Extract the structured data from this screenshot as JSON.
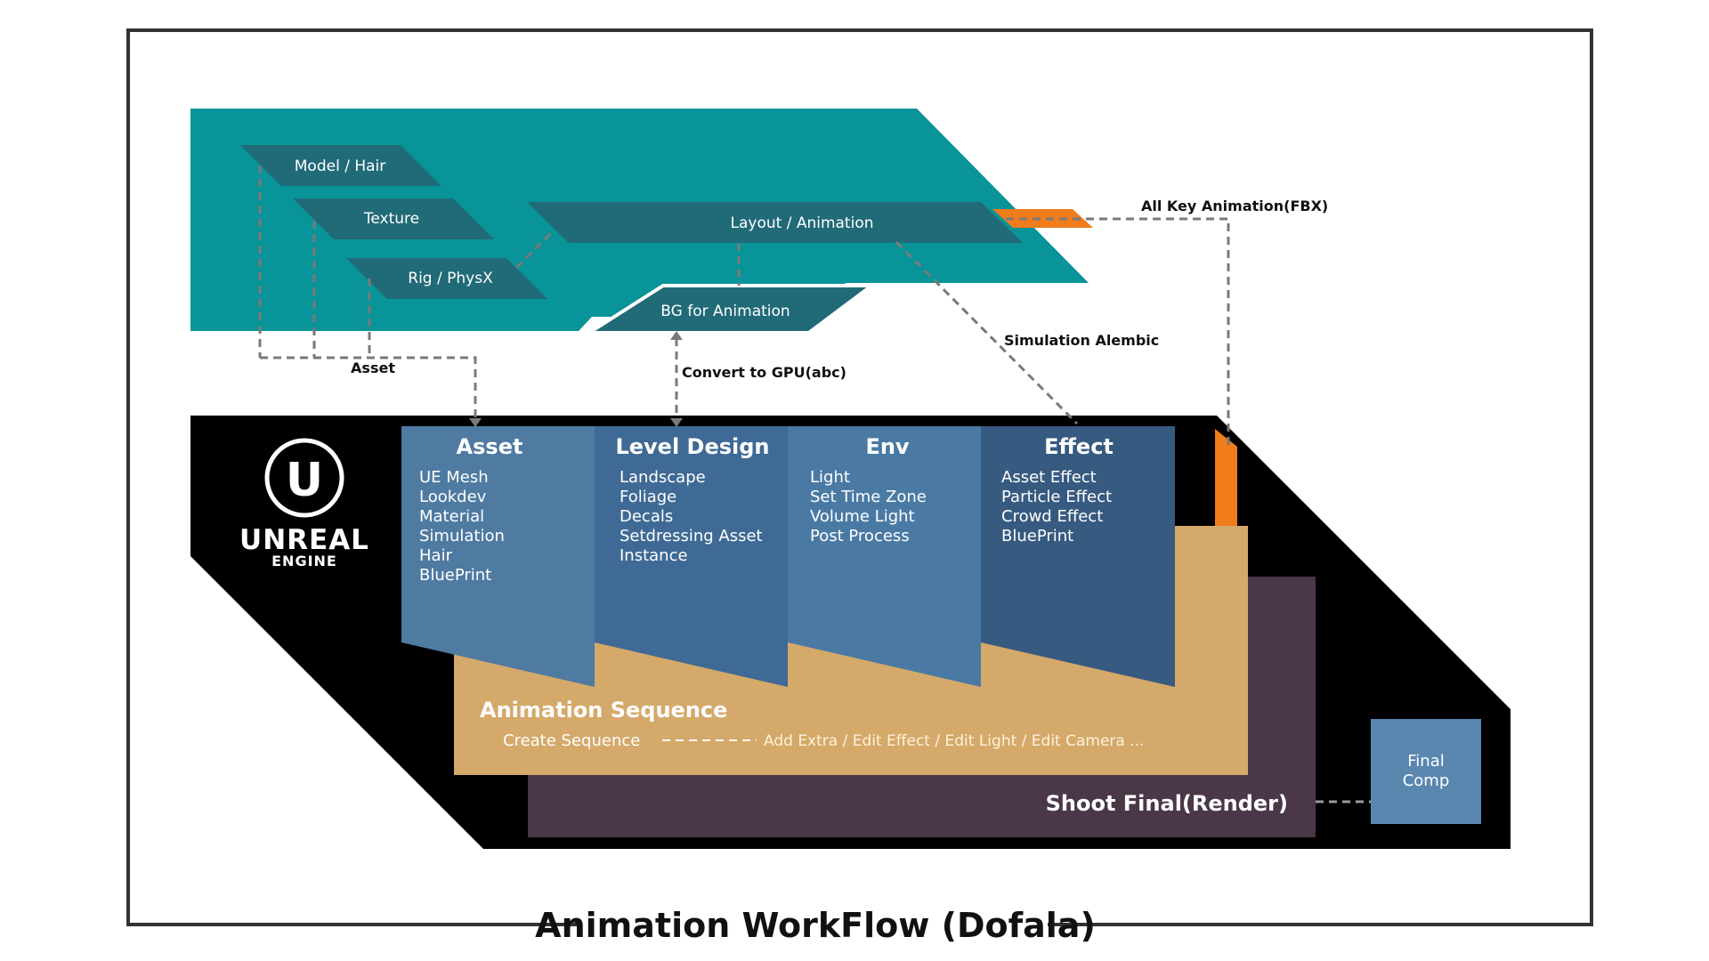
{
  "title": "Animation WorkFlow (Dofala)",
  "preprod": {
    "model_hair": "Model / Hair",
    "texture": "Texture",
    "rig_physx": "Rig / PhysX",
    "layout_animation": "Layout / Animation",
    "bg_for_animation": "BG for Animation"
  },
  "connectors": {
    "asset": "Asset",
    "convert_gpu": "Convert to GPU(abc)",
    "simulation_alembic": "Simulation Alembic",
    "all_key_animation": "All Key Animation(FBX)"
  },
  "logo": {
    "glyph": "U",
    "name": "UNREAL",
    "sub": "ENGINE"
  },
  "columns": [
    {
      "title": "Asset",
      "items": [
        "UE Mesh",
        "Lookdev",
        "Material",
        "Simulation",
        "Hair",
        "BluePrint"
      ]
    },
    {
      "title": "Level Design",
      "items": [
        "Landscape",
        "Foliage",
        "Decals",
        "Setdressing Asset",
        "Instance"
      ]
    },
    {
      "title": "Env",
      "items": [
        "Light",
        "Set Time Zone",
        "Volume Light",
        "Post Process"
      ]
    },
    {
      "title": "Effect",
      "items": [
        "Asset Effect",
        "Particle Effect",
        "Crowd Effect",
        "BluePrint"
      ]
    }
  ],
  "sequence": {
    "title": "Animation Sequence",
    "create": "Create Sequence",
    "extra": "Add Extra / Edit Effect / Edit Light / Edit Camera ..."
  },
  "render": {
    "title": "Shoot Final(Render)"
  },
  "final": {
    "line1": "Final",
    "line2": "Comp"
  },
  "colors": {
    "teal": "#089498",
    "teal_dark": "#216a78",
    "orange": "#f07c1c",
    "black": "#000000",
    "blue_asset": "#4f7aa2",
    "blue_level": "#3f6a95",
    "blue_env": "#4a7aa4",
    "blue_effect": "#375a80",
    "sand": "#d4a96a",
    "plum": "#4a3748",
    "final_blue": "#5a87b0"
  }
}
